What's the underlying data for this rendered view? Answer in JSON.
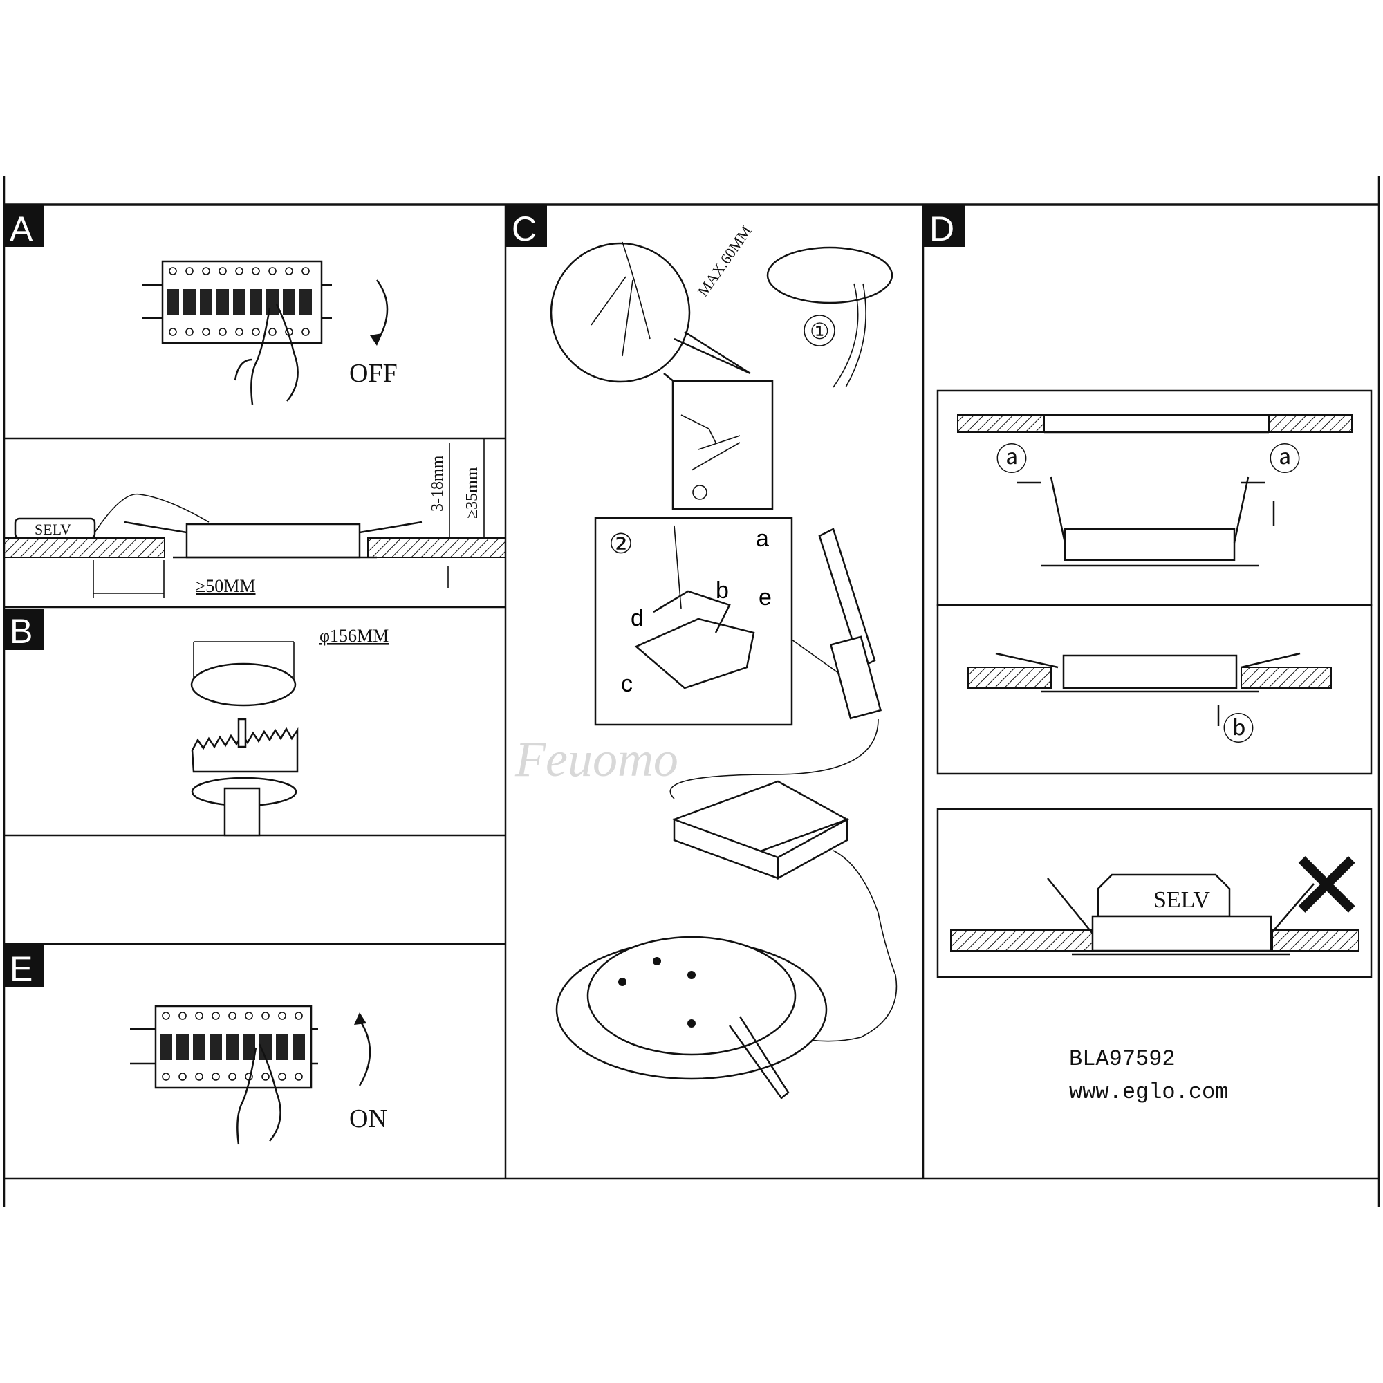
{
  "panels": {
    "a": "A",
    "b": "B",
    "c": "C",
    "d": "D",
    "e": "E"
  },
  "step_a": {
    "switch_label": "OFF",
    "dim_height": "3-18mm",
    "dim_depth": "≥35mm",
    "dim_distance": "≥50MM",
    "driver_label": "SELV"
  },
  "step_b": {
    "diameter": "φ156MM"
  },
  "step_c": {
    "strip_length": "MAX.60MM",
    "step1": "①",
    "step2": "②",
    "callouts": [
      "a",
      "b",
      "c",
      "d",
      "e"
    ],
    "watermark": "Feuomo"
  },
  "step_d": {
    "callout_a": "ⓐ",
    "callout_b": "ⓑ",
    "driver_label": "SELV",
    "wrong_mark": "✕"
  },
  "step_e": {
    "switch_label": "ON"
  },
  "footer": {
    "model": "BLA97592",
    "website": "www.eglo.com"
  }
}
